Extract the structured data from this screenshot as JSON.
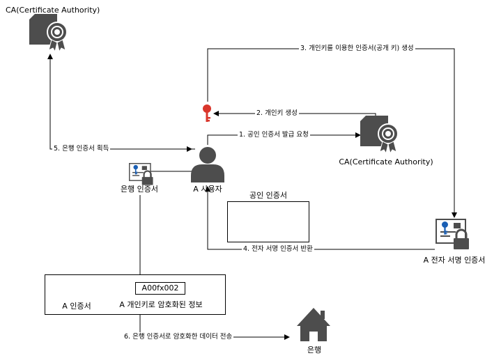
{
  "nodes": {
    "ca_top": "CA(Certificate Authority)",
    "ca_right": "CA(Certificate Authority)",
    "user": "A 사용자",
    "bank_cert": "은행 인증서",
    "public_cert_group": "공인 인증서",
    "a_digital_sign_cert": "A 전자 서명 인증서",
    "a_cert": "A 인증서",
    "encrypted_info": "A 개인키로 암호화된 정보",
    "code_value": "A00fx002",
    "bank": "은행"
  },
  "edges": {
    "step1": "1. 공인 인증서 발급 요청",
    "step2": "2. 개인키 생성",
    "step3": "3. 개인키를 이용한 인증서(공개 키) 생성",
    "step4": "4. 전자 서명 인증서 반환",
    "step5": "5. 은행 인증서 획득",
    "step6": "6. 은행 인증서로 암호화한 데이터 전송"
  },
  "colors": {
    "icon_gray": "#4d4d4d",
    "key_red": "#d9362b",
    "key_blue": "#1a5fb4",
    "line": "#000000"
  },
  "icons": [
    "certificate-icon",
    "user-icon",
    "key-icon",
    "cert-lock-icon",
    "house-icon"
  ]
}
